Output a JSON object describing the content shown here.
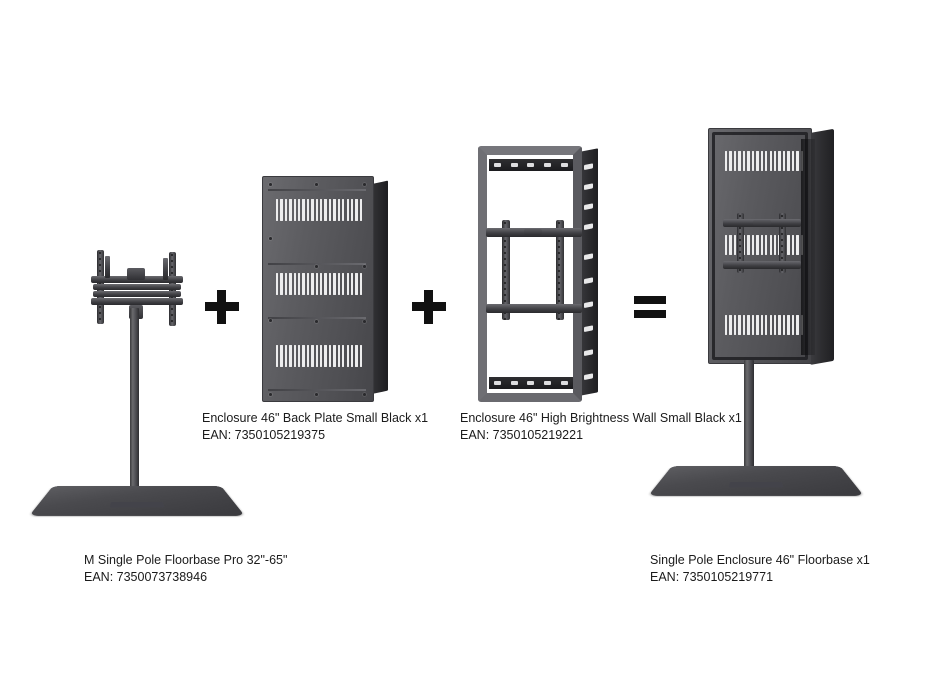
{
  "diagram": {
    "type": "product-bundle-assembly",
    "background_color": "#ffffff",
    "operators": [
      {
        "symbol": "+",
        "name": "plus"
      },
      {
        "symbol": "+",
        "name": "plus"
      },
      {
        "symbol": "=",
        "name": "equals"
      }
    ]
  },
  "products": [
    {
      "id": "single-pole-floorbase",
      "role": "component",
      "name": "M Single Pole Floorbase Pro 32\"-65\"",
      "ean_label": "EAN: 7350073738946",
      "ean": "7350073738946",
      "quantity": "",
      "image_name": "floor-stand-with-vesa-mount"
    },
    {
      "id": "back-plate",
      "role": "component",
      "name": "Enclosure 46\" Back Plate Small Black x1",
      "ean_label": "EAN: 7350105219375",
      "ean": "7350105219375",
      "quantity": "x1",
      "image_name": "vented-back-plate-panel"
    },
    {
      "id": "high-brightness-wall",
      "role": "component",
      "name": "Enclosure 46\" High Brightness Wall Small Black x1",
      "ean_label": "EAN: 7350105219221",
      "ean": "7350105219221",
      "quantity": "x1",
      "image_name": "enclosure-wall-frame-with-mount"
    },
    {
      "id": "single-pole-enclosure-floorbase",
      "role": "result",
      "name": "Single Pole Enclosure 46\" Floorbase x1",
      "ean_label": "EAN: 7350105219771",
      "ean": "7350105219771",
      "quantity": "x1",
      "image_name": "assembled-enclosure-on-floorbase"
    }
  ],
  "colors": {
    "product_light_gray": "#6b6b6f",
    "product_mid_gray": "#5a5a5e",
    "product_dark_gray": "#2b2b2e",
    "vent_slot": "#ededee",
    "operator_black": "#111111",
    "caption_text": "#1b1b1b"
  }
}
